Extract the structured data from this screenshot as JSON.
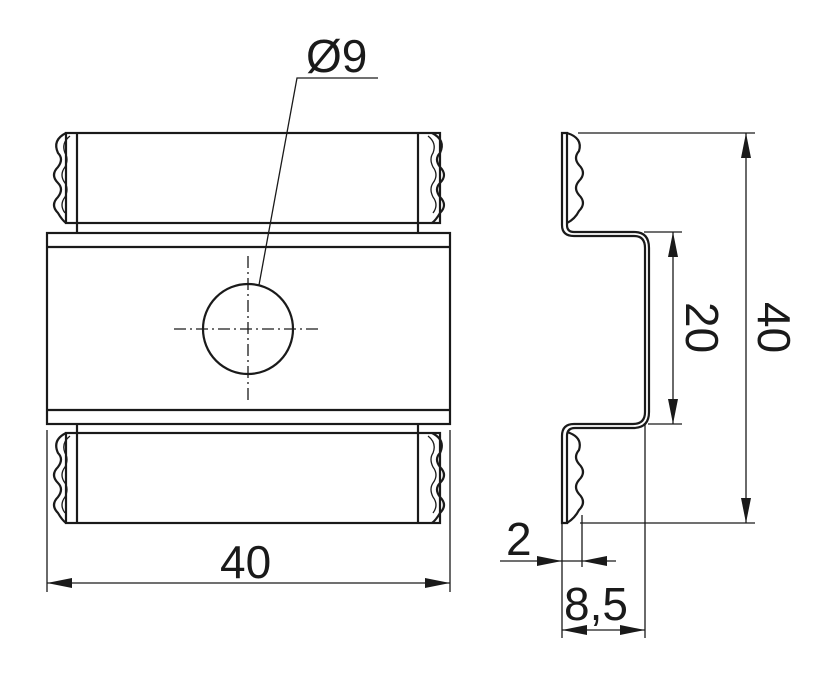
{
  "title": "Clip bracket technical drawing",
  "dimensions": {
    "hole_diameter": "Ø9",
    "width_front": "40",
    "height_side": "40",
    "step_height": "20",
    "thickness_tab": "2",
    "depth": "8,5"
  },
  "colors": {
    "line": "#1a1a1a",
    "background": "#ffffff"
  }
}
